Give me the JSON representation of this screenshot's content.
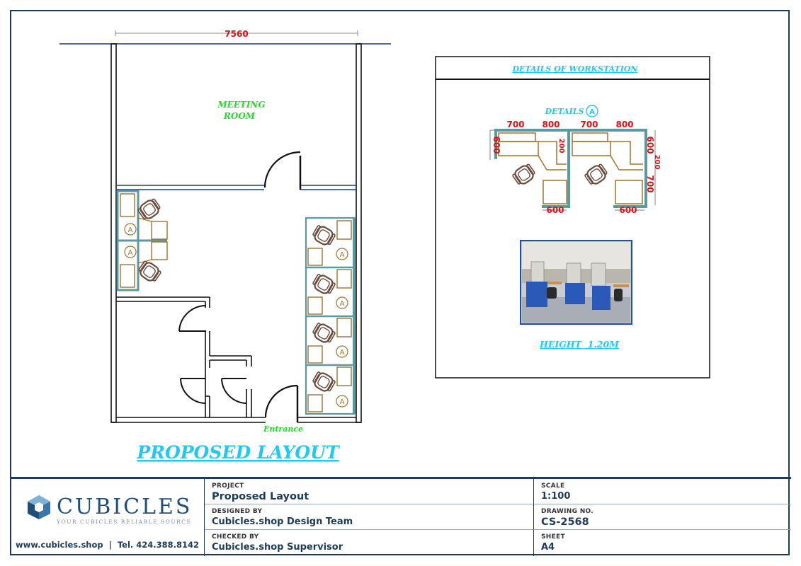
{
  "plan": {
    "overall_dimension": "7560",
    "meeting_room_label_line1": "MEETING",
    "meeting_room_label_line2": "ROOM",
    "entrance_label": "Entrance",
    "layout_title": "PROPOSED LAYOUT",
    "workstation_tag": "A"
  },
  "details": {
    "header": "DETAILS OF WORKSTATION",
    "details_label": "DETAILS",
    "details_tag": "A",
    "dims": {
      "w1": "700",
      "w2": "800",
      "w3": "700",
      "w4": "800",
      "d_left": "600",
      "mid_a": "200",
      "mid_b": "200",
      "right_a": "600",
      "right_b": "700",
      "bottom_1": "600",
      "bottom_2": "600"
    },
    "height_note": "HEIGHT  1.20M"
  },
  "title_block": {
    "brand": "CUBICLES",
    "tagline": "YOUR CUBICLES RELIABLE SOURCE",
    "contact": "www.cubicles.shop  |  Tel. 424.388.8142",
    "project_caption": "PROJECT",
    "project_value": "Proposed Layout",
    "designed_caption": "DESIGNED BY",
    "designed_value": "Cubicles.shop Design Team",
    "checked_caption": "CHECKED BY",
    "checked_value": "Cubicles.shop Supervisor",
    "scale_caption": "SCALE",
    "scale_value": "1:100",
    "drawing_caption": "DRAWING NO.",
    "drawing_value": "CS-2568",
    "sheet_caption": "SHEET",
    "sheet_value": "A4"
  },
  "colors": {
    "wall": "#111111",
    "room_label": "#22dd22",
    "title_cyan": "#22c8f0",
    "dimension_red": "#e01010",
    "partition": "#5b9aa0",
    "desk": "#a0722d",
    "chair": "#6a4a3a",
    "frame": "#1e3a5a"
  }
}
